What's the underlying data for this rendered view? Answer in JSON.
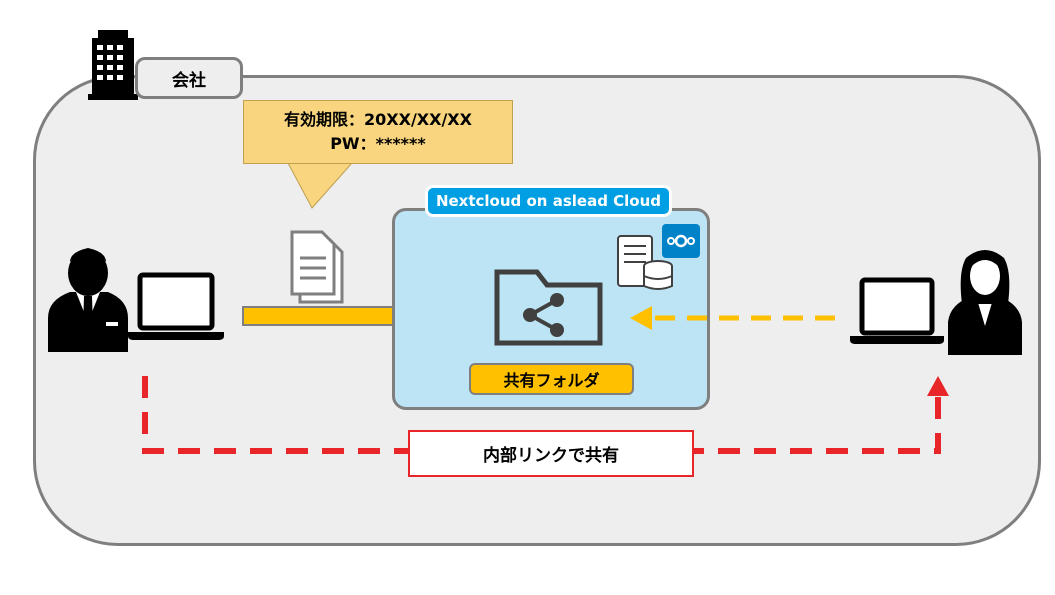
{
  "company": {
    "label": "会社"
  },
  "callout": {
    "line1": "有効期限：20XX/XX/XX",
    "line2": "PW：******"
  },
  "cloud": {
    "title": "Nextcloud on aslead Cloud",
    "folder_label": "共有フォルダ"
  },
  "link": {
    "label": "内部リンクで共有"
  },
  "colors": {
    "accent_blue": "#009fe3",
    "folder_yellow": "#ffc000",
    "dash_red": "#e8262a",
    "dash_yellow": "#ffc000",
    "callout": "#f8d57e"
  }
}
